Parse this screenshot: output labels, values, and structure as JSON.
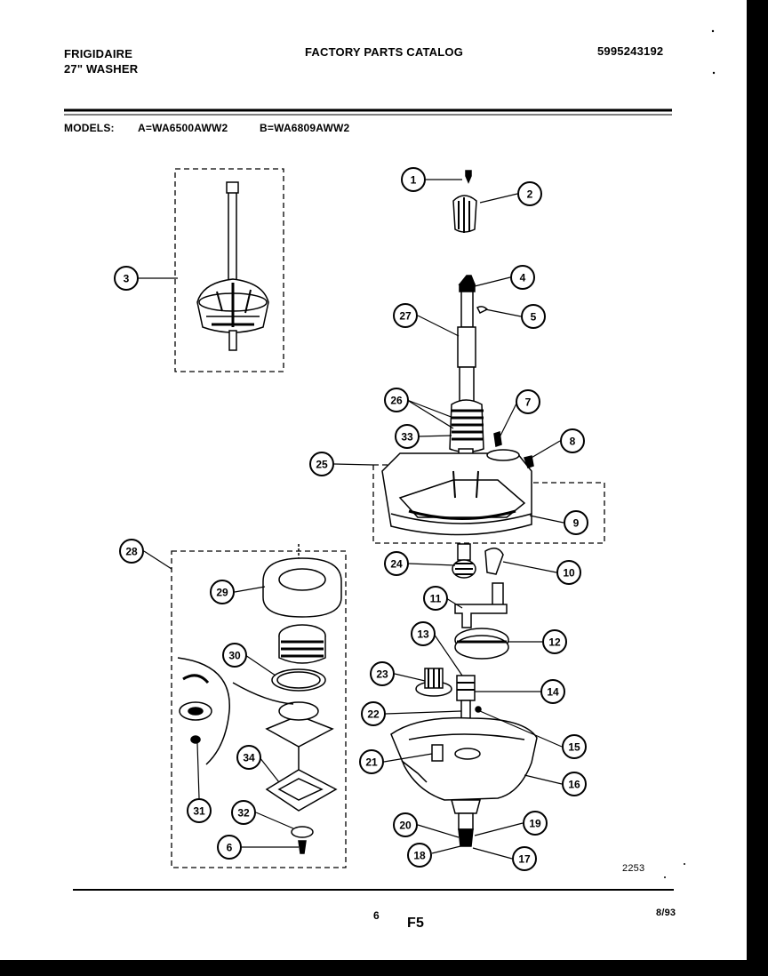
{
  "header": {
    "brand": "FRIGIDAIRE",
    "product": "27\" WASHER",
    "catalog_title": "FACTORY PARTS CATALOG",
    "part_number": "5995243192"
  },
  "models": {
    "label": "MODELS:",
    "a": "A=WA6500AWW2",
    "b": "B=WA6809AWW2"
  },
  "diagram": {
    "reference_code": "2253",
    "callouts": [
      "1",
      "2",
      "3",
      "4",
      "5",
      "27",
      "26",
      "7",
      "33",
      "8",
      "25",
      "9",
      "24",
      "10",
      "28",
      "29",
      "11",
      "13",
      "12",
      "30",
      "23",
      "14",
      "22",
      "15",
      "34",
      "21",
      "16",
      "31",
      "32",
      "20",
      "19",
      "6",
      "18",
      "17"
    ]
  },
  "footer": {
    "page": "6",
    "section": "F5",
    "date": "8/93"
  }
}
